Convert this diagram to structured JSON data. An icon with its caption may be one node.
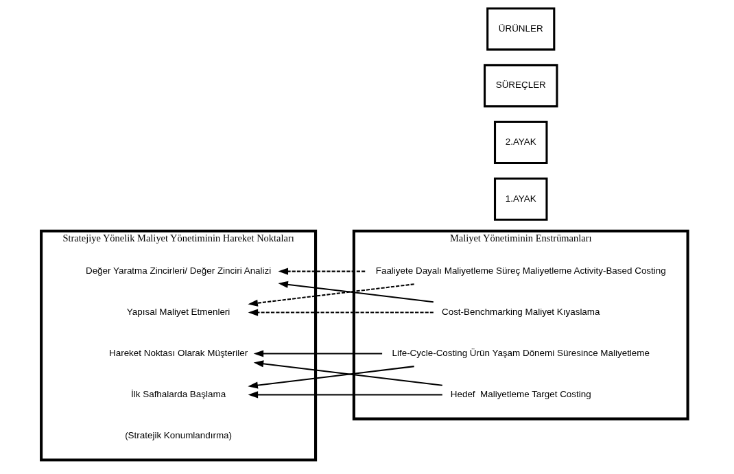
{
  "diagram": {
    "nodes": [
      {
        "text": [
          "Stratejiye Yönelik Maliyet Yönetiminin Hareket Noktaları"
        ]
      },
      {
        "text": [
          "Değer Yaratma Zincirleri/ Değer Zinciri Analizi"
        ],
        "in": 0
      },
      {
        "text": [
          "Yapısal Maliyet Etmenleri"
        ],
        "in": 0
      },
      {
        "text": [
          "Hareket Noktası Olarak Müşteriler"
        ],
        "in": 0
      },
      {
        "text": [
          "İlk Safhalarda Başlama"
        ],
        "in": 0
      },
      {
        "text": [
          "Maliyet Yönetiminin Enstrümanları"
        ]
      },
      {
        "text": [
          "Faaliyete Dayalı Maliyetleme Süreç Maliyetleme Activity-Based Costing"
        ],
        "in": 5
      },
      {
        "text": [
          "Cost-Benchmarking Maliyet Kıyaslama"
        ],
        "in": 5
      },
      {
        "text": [
          "Life-Cycle-Costing Ürün Yaşam Dönemi Süresince Maliyetleme"
        ],
        "in": 5
      },
      {
        "text": [
          "Hedef  Maliyetleme Target Costing"
        ],
        "in": 5
      },
      {
        "text": [
          "1.AYAK"
        ]
      },
      {
        "text": [
          "2.AYAK"
        ]
      },
      {
        "text": [
          "SÜREÇLER"
        ]
      },
      {
        "text": [
          "ÜRÜNLER"
        ]
      }
    ],
    "edges": [
      {
        "from": 6,
        "to": 1,
        "arrow": "to",
        "style": "dashed"
      },
      {
        "from": 6,
        "to": 2,
        "arrow": "to",
        "style": "dashed"
      },
      {
        "from": 7,
        "to": 1,
        "arrow": "to"
      },
      {
        "from": 7,
        "to": 2,
        "arrow": "to",
        "style": "dashed"
      },
      {
        "from": 8,
        "to": 3,
        "arrow": "to"
      },
      {
        "from": 8,
        "to": 4,
        "arrow": "to"
      },
      {
        "from": 9,
        "to": 3,
        "arrow": "to"
      },
      {
        "from": 9,
        "to": 4,
        "arrow": "to"
      }
    ],
    "labels": [
      "(Stratejik Konumlandırma)"
    ]
  }
}
